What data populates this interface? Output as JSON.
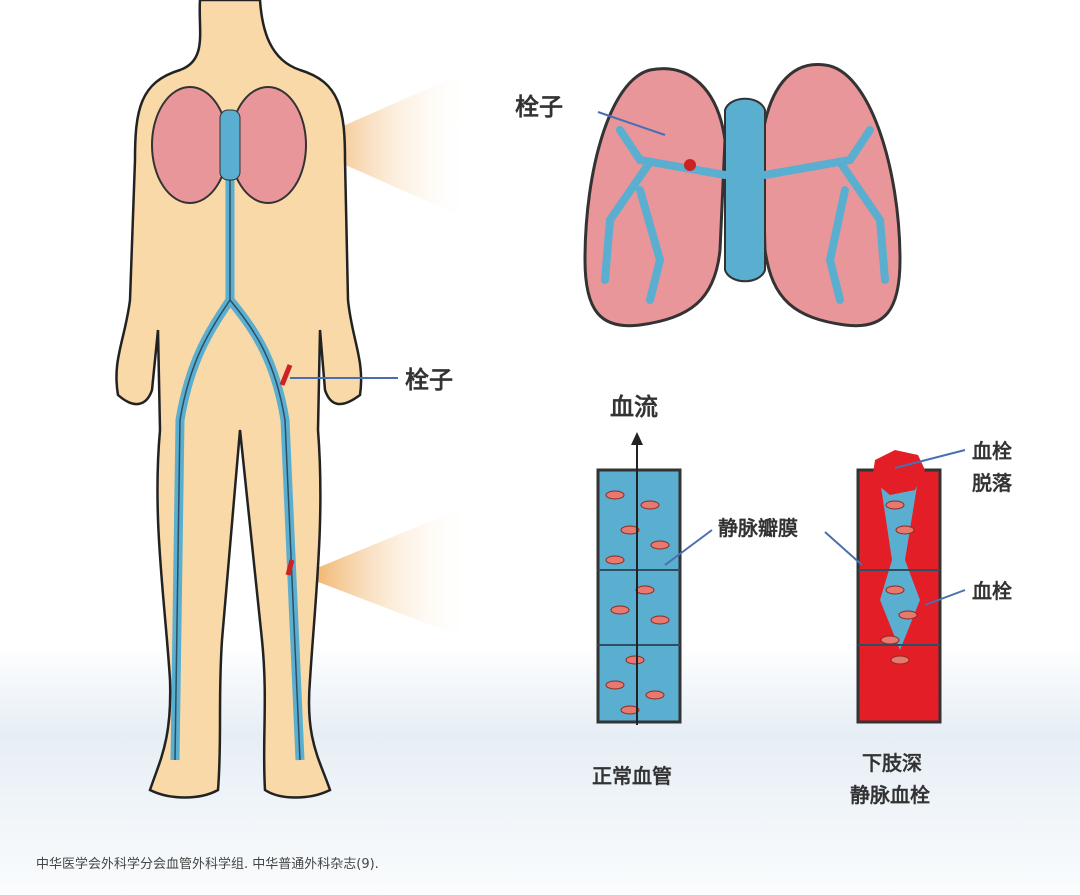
{
  "labels": {
    "embolus_lung": "栓子",
    "embolus_leg": "栓子",
    "blood_flow": "血流",
    "venous_valve": "静脉瓣膜",
    "thrombus_detach_1": "血栓",
    "thrombus_detach_2": "脱落",
    "thrombus": "血栓",
    "normal_vessel": "正常血管",
    "dvt_1": "下肢深",
    "dvt_2": "静脉血栓"
  },
  "caption": "中华医学会外科学分会血管外科学组. 中华普通外科杂志(9).",
  "colors": {
    "skin": "#f9d9a8",
    "lung": "#e8969a",
    "vein": "#5aaed0",
    "thrombus": "#e41e26",
    "rbc": "#e8796f",
    "cone": "#f2b866"
  }
}
